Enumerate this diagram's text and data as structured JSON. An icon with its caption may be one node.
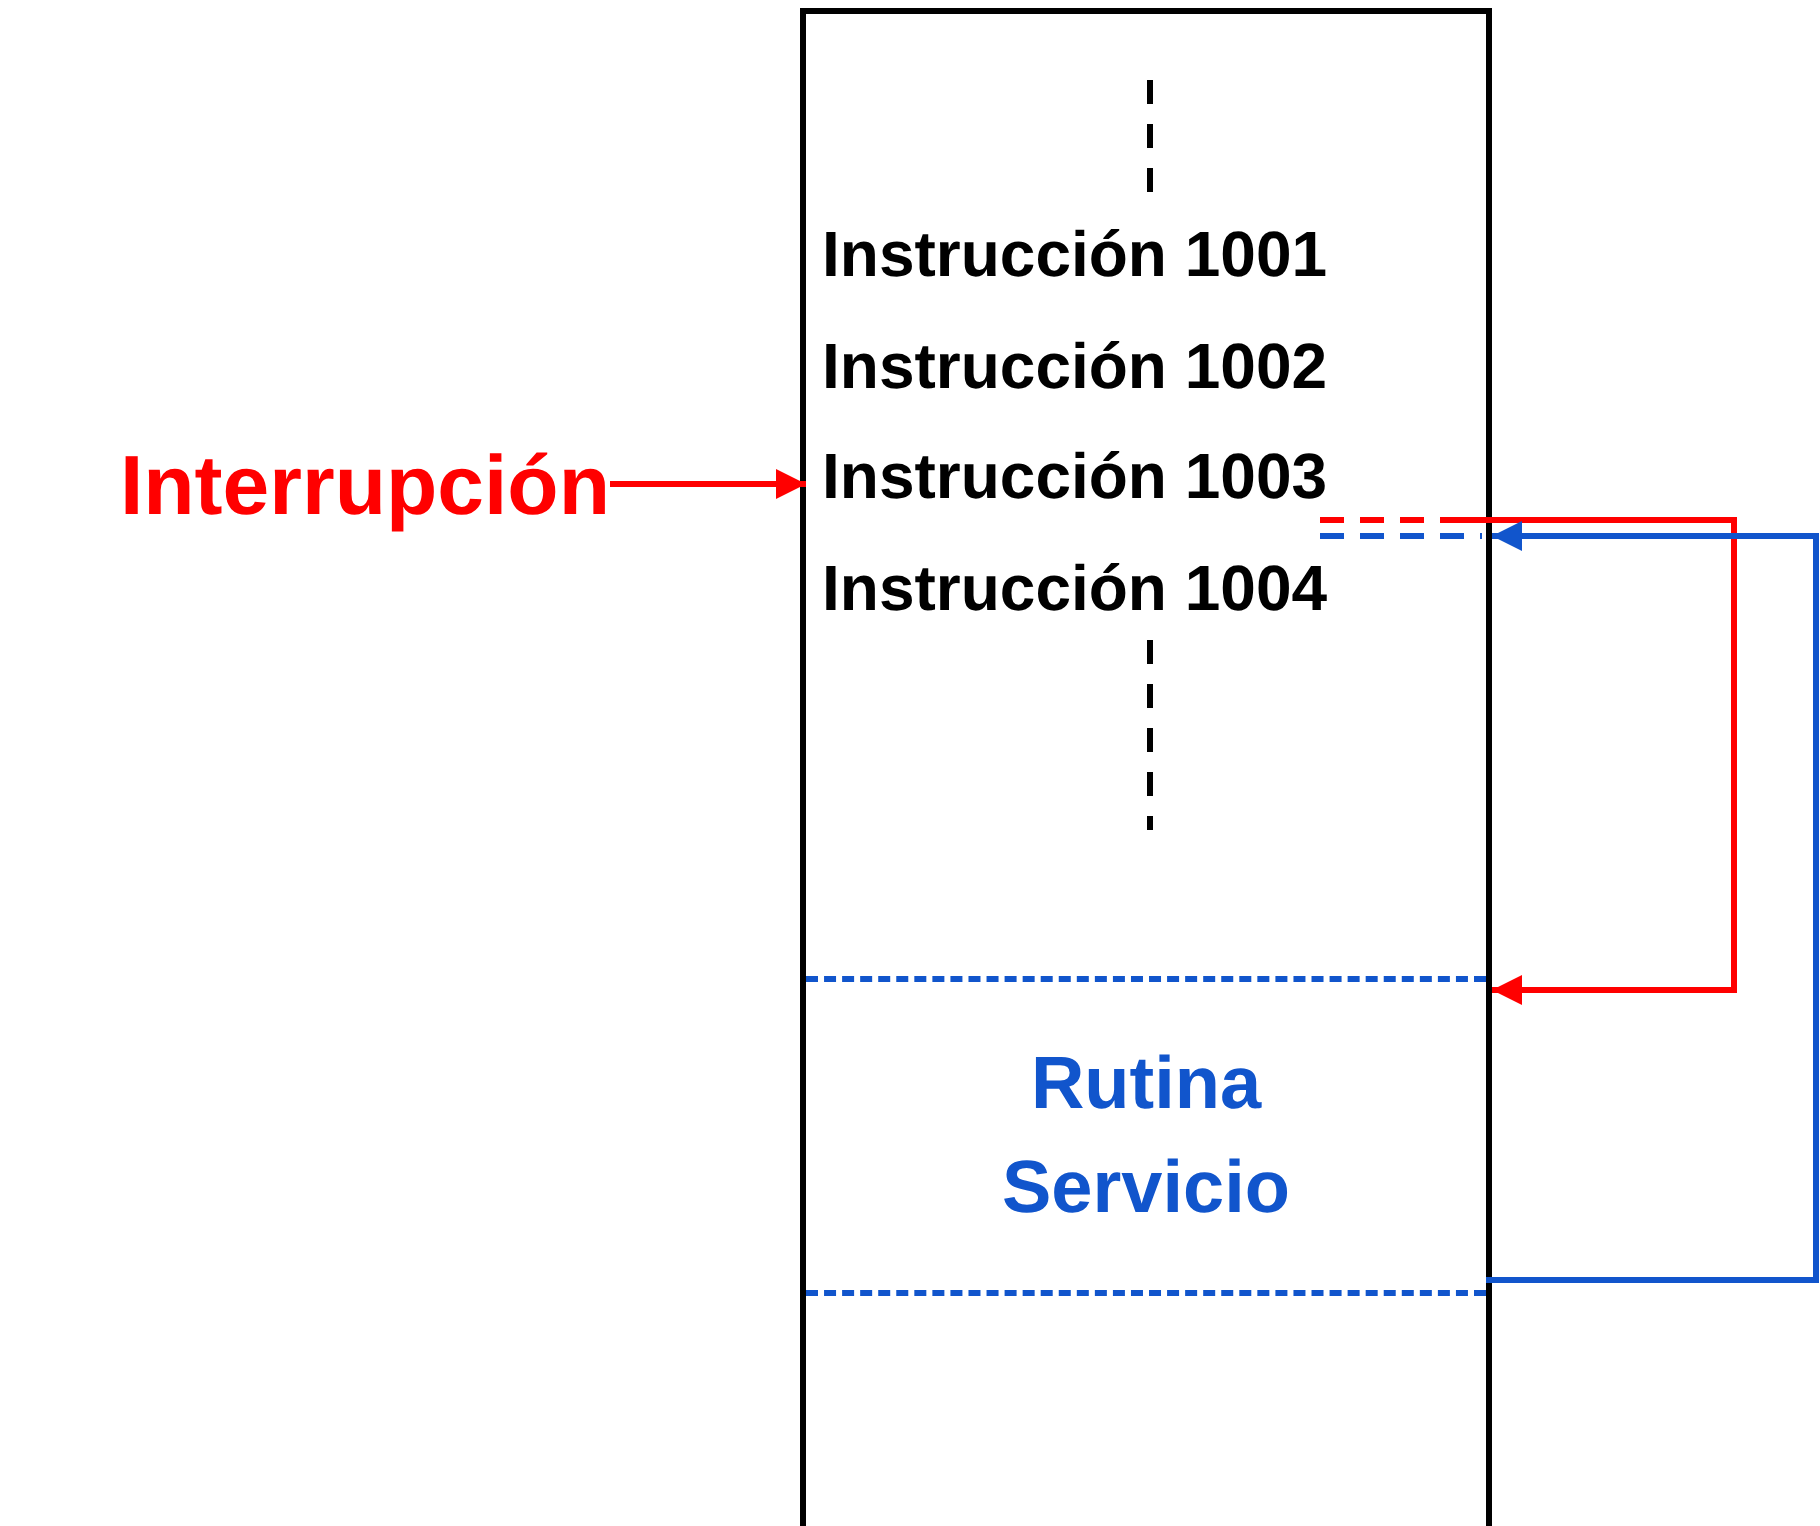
{
  "diagram": {
    "nodes": [
      {
        "text": [],
        "shape": "box"
      },
      {
        "text": [
          "Instrucción 1001"
        ],
        "in": 0
      },
      {
        "text": [
          "Instrucción 1002"
        ],
        "in": 0
      },
      {
        "text": [
          "Instrucción 1003"
        ],
        "in": 0
      },
      {
        "text": [
          "Instrucción 1004"
        ],
        "in": 0
      },
      {
        "text": [
          "Rutina Servicio"
        ],
        "in": 0
      },
      {
        "text": [
          "Interrupción"
        ]
      }
    ],
    "edges": [
      {
        "from": 6,
        "to": 3,
        "arrow": "to",
        "color": "#ff0000"
      },
      {
        "from": 3,
        "to": 5,
        "arrow": "to",
        "color": "#ff0000"
      },
      {
        "from": 5,
        "to": 4,
        "arrow": "to",
        "color": "#1155cc"
      }
    ]
  }
}
